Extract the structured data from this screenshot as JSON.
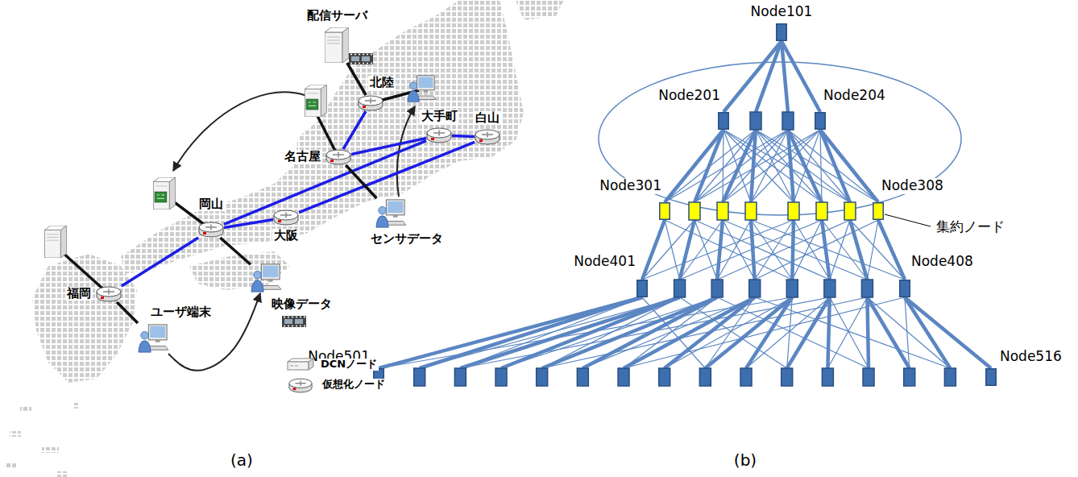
{
  "diagram": {
    "nodes": [
      {
        "text": [
          "配信サーバ"
        ]
      },
      {
        "text": [
          "北陸"
        ]
      },
      {
        "text": [
          "大手町"
        ]
      },
      {
        "text": [
          "白山"
        ]
      },
      {
        "text": [
          "名古屋"
        ]
      },
      {
        "text": [
          "大阪"
        ]
      },
      {
        "text": [
          "岡山"
        ]
      },
      {
        "text": [
          "センサデータ"
        ]
      },
      {
        "text": [
          "福岡"
        ]
      },
      {
        "text": [
          "映像データ"
        ]
      },
      {
        "text": [
          "ユーザ端末"
        ]
      },
      {
        "text": [
          "Node101"
        ]
      },
      {
        "text": [
          "Node201"
        ]
      },
      {
        "text": [
          "Node204"
        ]
      },
      {
        "text": [
          "Node301"
        ]
      },
      {
        "text": [
          "Node308"
        ]
      },
      {
        "text": [
          "Node401"
        ]
      },
      {
        "text": [
          "Node408"
        ]
      },
      {
        "text": [
          "Node501"
        ]
      },
      {
        "text": [
          "Node516"
        ]
      }
    ],
    "edges": [
      {
        "from": 0,
        "to": 1,
        "arrow": "none"
      },
      {
        "from": 1,
        "to": 4,
        "arrow": "none"
      },
      {
        "from": 4,
        "to": 2,
        "arrow": "none"
      },
      {
        "from": 2,
        "to": 3,
        "arrow": "none"
      },
      {
        "from": 6,
        "to": 2,
        "arrow": "none"
      },
      {
        "from": 5,
        "to": 3,
        "arrow": "none"
      },
      {
        "from": 6,
        "to": 5,
        "arrow": "none"
      },
      {
        "from": 8,
        "to": 6,
        "arrow": "none"
      },
      {
        "from": 4,
        "to": 7,
        "arrow": "none"
      },
      {
        "from": 6,
        "to": 9,
        "arrow": "none"
      },
      {
        "from": 8,
        "to": 10,
        "arrow": "none"
      },
      {
        "from": 10,
        "to": 9,
        "arrow": "to"
      },
      {
        "from": 11,
        "to": 12,
        "arrow": "none"
      },
      {
        "from": 11,
        "to": 13,
        "arrow": "none"
      },
      {
        "from": 12,
        "to": 14,
        "arrow": "none"
      },
      {
        "from": 13,
        "to": 15,
        "arrow": "none"
      },
      {
        "from": 14,
        "to": 16,
        "arrow": "none"
      },
      {
        "from": 15,
        "to": 17,
        "arrow": "none"
      },
      {
        "from": 16,
        "to": 18,
        "arrow": "none"
      },
      {
        "from": 17,
        "to": 19,
        "arrow": "none"
      }
    ],
    "labels": [
      "集約ノード",
      "(a)",
      "(b)"
    ],
    "legend": [
      {
        "text": "DCNノード"
      },
      {
        "text": "仮想化ノード"
      }
    ]
  }
}
